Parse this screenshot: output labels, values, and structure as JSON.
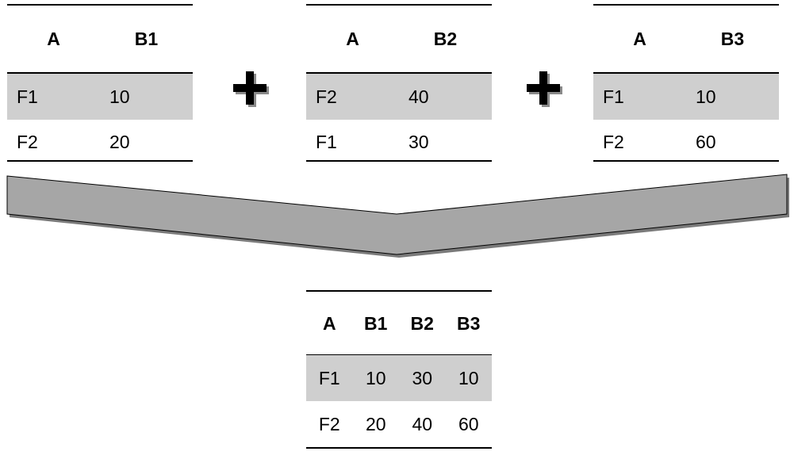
{
  "input_tables": [
    {
      "headers": [
        "A",
        "B1"
      ],
      "rows": [
        [
          "F1",
          "10"
        ],
        [
          "F2",
          "20"
        ]
      ]
    },
    {
      "headers": [
        "A",
        "B2"
      ],
      "rows": [
        [
          "F2",
          "40"
        ],
        [
          "F1",
          "30"
        ]
      ]
    },
    {
      "headers": [
        "A",
        "B3"
      ],
      "rows": [
        [
          "F1",
          "10"
        ],
        [
          "F2",
          "60"
        ]
      ]
    }
  ],
  "result_table": {
    "headers": [
      "A",
      "B1",
      "B2",
      "B3"
    ],
    "rows": [
      [
        "F1",
        "10",
        "30",
        "10"
      ],
      [
        "F2",
        "20",
        "40",
        "60"
      ]
    ]
  },
  "colors": {
    "row_shade": "#cfcfcf",
    "arrow_fill": "#a6a6a6",
    "rule": "#000000"
  },
  "icons": [
    "plus-icon",
    "plus-icon",
    "merge-arrow-icon"
  ]
}
